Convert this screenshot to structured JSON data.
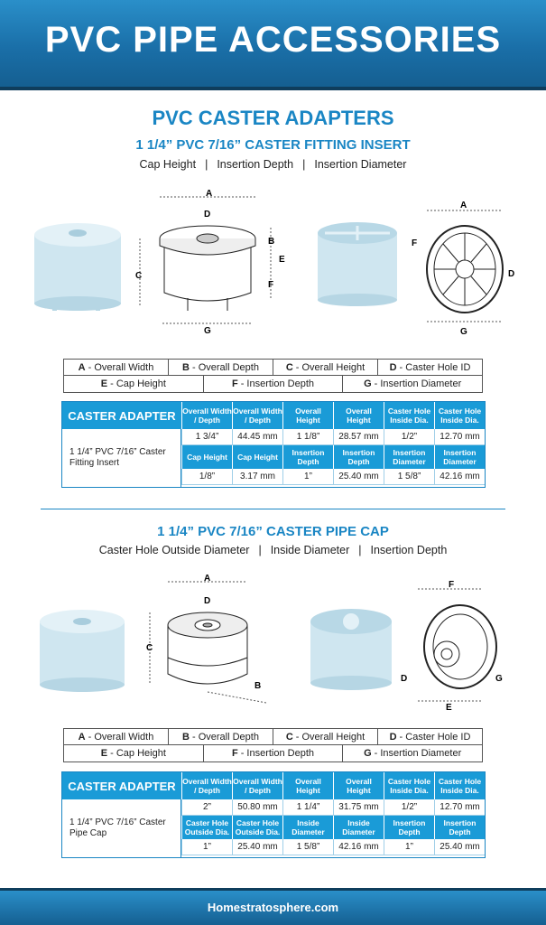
{
  "banner": {
    "title": "PVC PIPE ACCESSORIES"
  },
  "section": {
    "title": "PVC CASTER ADAPTERS"
  },
  "products": [
    {
      "title": "1 1/4” PVC 7/16” CASTER FITTING INSERT",
      "dims": [
        "Cap Height",
        "Insertion Depth",
        "Insertion Diameter"
      ],
      "legend": [
        [
          {
            "k": "A",
            "v": "- Overall Width"
          },
          {
            "k": "B",
            "v": "- Overall Depth"
          },
          {
            "k": "C",
            "v": "- Overall Height"
          },
          {
            "k": "D",
            "v": "- Caster Hole ID"
          }
        ],
        [
          {
            "k": "E",
            "v": "- Cap Height"
          },
          {
            "k": "F",
            "v": "- Insertion Depth"
          },
          {
            "k": "G",
            "v": "- Insertion Diameter"
          }
        ]
      ],
      "table": {
        "title": "CASTER ADAPTER",
        "name": "1 1/4” PVC 7/16” Caster Fitting Insert",
        "headers1": [
          "Overall Width / Depth",
          "Overall Width / Depth",
          "Overall Height",
          "Overall Height",
          "Caster Hole Inside Dia.",
          "Caster Hole Inside Dia."
        ],
        "values1": [
          "1 3/4”",
          "44.45 mm",
          "1 1/8”",
          "28.57 mm",
          "1/2”",
          "12.70 mm"
        ],
        "headers2": [
          "Cap Height",
          "Cap Height",
          "Insertion Depth",
          "Insertion Depth",
          "Insertion Diameter",
          "Insertion Diameter"
        ],
        "values2": [
          "1/8”",
          "3.17 mm",
          "1”",
          "25.40 mm",
          "1 5/8”",
          "42.16 mm"
        ]
      },
      "labels": {
        "a": "A",
        "b": "B",
        "c": "C",
        "d": "D",
        "e": "E",
        "f": "F",
        "g": "G"
      }
    },
    {
      "title": "1 1/4” PVC 7/16” CASTER PIPE CAP",
      "dims": [
        "Caster Hole Outside Diameter",
        "Inside Diameter",
        "Insertion Depth"
      ],
      "legend": [
        [
          {
            "k": "A",
            "v": "- Overall Width"
          },
          {
            "k": "B",
            "v": "- Overall Depth"
          },
          {
            "k": "C",
            "v": "- Overall Height"
          },
          {
            "k": "D",
            "v": "- Caster Hole ID"
          }
        ],
        [
          {
            "k": "E",
            "v": "- Cap Height"
          },
          {
            "k": "F",
            "v": "- Insertion Depth"
          },
          {
            "k": "G",
            "v": "- Insertion Diameter"
          }
        ]
      ],
      "table": {
        "title": "CASTER ADAPTER",
        "name": "1 1/4” PVC 7/16” Caster Pipe Cap",
        "headers1": [
          "Overall Width / Depth",
          "Overall Width / Depth",
          "Overall Height",
          "Overall Height",
          "Caster Hole Inside Dia.",
          "Caster Hole Inside Dia."
        ],
        "values1": [
          "2”",
          "50.80 mm",
          "1 1/4”",
          "31.75 mm",
          "1/2”",
          "12.70 mm"
        ],
        "headers2": [
          "Caster Hole Outside Dia.",
          "Caster Hole Outside Dia.",
          "Inside Diameter",
          "Inside Diameter",
          "Insertion Depth",
          "Insertion Depth"
        ],
        "values2": [
          "1”",
          "25.40 mm",
          "1 5/8”",
          "42.16 mm",
          "1”",
          "25.40 mm"
        ]
      },
      "labels": {
        "a": "A",
        "b": "B",
        "c": "C",
        "d": "D",
        "e": "E",
        "f": "F",
        "g": "G"
      }
    }
  ],
  "footer": {
    "text": "Homestratosphere.com"
  },
  "colors": {
    "accent": "#1a86c4",
    "header_blue": "#1a9bd7",
    "banner_dark": "#155f91",
    "pvc_light": "#cfe6f0"
  }
}
